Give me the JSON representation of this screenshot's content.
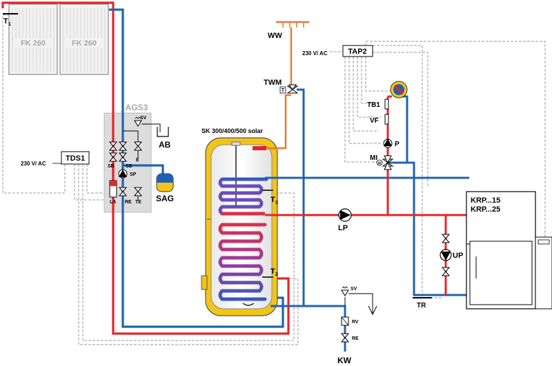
{
  "collectors": {
    "label_1": "FK  260",
    "label_2": "FK  260",
    "sensor_t1": "T",
    "sensor_t1_sub": "1"
  },
  "ags": {
    "title": "AGS3",
    "sv": "SV",
    "sb_left": "SB",
    "sb_right": "SB",
    "sp": "SP",
    "la": "LA",
    "re": "RE",
    "te": "TE",
    "e": "E"
  },
  "ab": {
    "label": "AB"
  },
  "sag": {
    "label": "SAG"
  },
  "tds": {
    "label": "TDS1",
    "power": "230 V/ AC"
  },
  "tap": {
    "label": "TAP2",
    "power": "230 V/ AC"
  },
  "ww": {
    "label": "WW"
  },
  "twm": {
    "label": "TWM",
    "symbol": "T"
  },
  "tank": {
    "label": "SK  300/400/500  solar",
    "t3": "T",
    "t3_sub": "3",
    "t2": "T",
    "t2_sub": "2"
  },
  "tb1": {
    "label": "TB1"
  },
  "vf": {
    "label": "VF"
  },
  "pump_p": {
    "label": "P"
  },
  "mixer": {
    "label": "MI",
    "symbol": "M"
  },
  "lp": {
    "label": "LP"
  },
  "boiler": {
    "label_1": "KRP...15",
    "label_2": "KRP...25"
  },
  "up": {
    "label": "UP"
  },
  "tr": {
    "label": "TR"
  },
  "cold": {
    "sv": "SV",
    "rv": "RV",
    "re": "RE",
    "kw": "KW"
  },
  "colors": {
    "hot": "#e3262b",
    "cold": "#1f63b0",
    "dhw": "#e07a32",
    "tank": "#f2c418",
    "ctrl": "#9a9a9a"
  }
}
